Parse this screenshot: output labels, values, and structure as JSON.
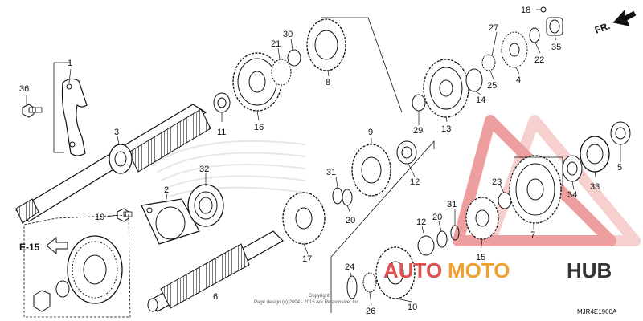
{
  "callouts": [
    "1",
    "2",
    "3",
    "4",
    "5",
    "6",
    "7",
    "8",
    "9",
    "10",
    "11",
    "12",
    "12",
    "13",
    "14",
    "15",
    "16",
    "17",
    "18",
    "19",
    "20",
    "20",
    "21",
    "22",
    "23",
    "24",
    "25",
    "26",
    "27",
    "29",
    "30",
    "31",
    "31",
    "32",
    "33",
    "34",
    "35",
    "36"
  ],
  "labels": {
    "front_marker": "FR.",
    "ref_marker": "E-15",
    "diagram_code": "MJR4E1900A",
    "copyright_line": "Page design (c) 2004 - 2016 Ark Responsive, Inc.",
    "copyright_small": "Copyright"
  },
  "watermark": {
    "part1": "AUTO",
    "part2": "MOTO",
    "part3": "HUB",
    "color_red": "#e05252",
    "color_orange": "#f0a030",
    "color_dark": "#333333"
  }
}
